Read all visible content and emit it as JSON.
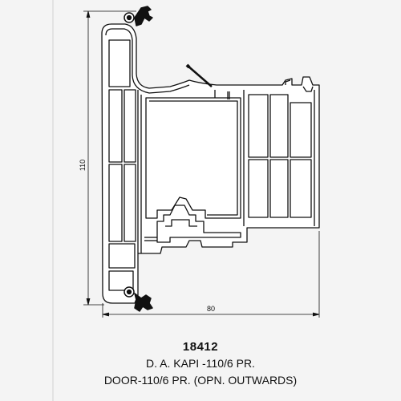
{
  "drawing": {
    "background": "#f4f4f4",
    "profile_fill": "#ffffff",
    "stroke": "#111111",
    "dimension_height": "110",
    "dimension_width": "80"
  },
  "caption": {
    "code": "18412",
    "title": "D. A. KAPI -110/6 PR.",
    "subtitle": "DOOR-110/6 PR. (OPN. OUTWARDS)"
  }
}
